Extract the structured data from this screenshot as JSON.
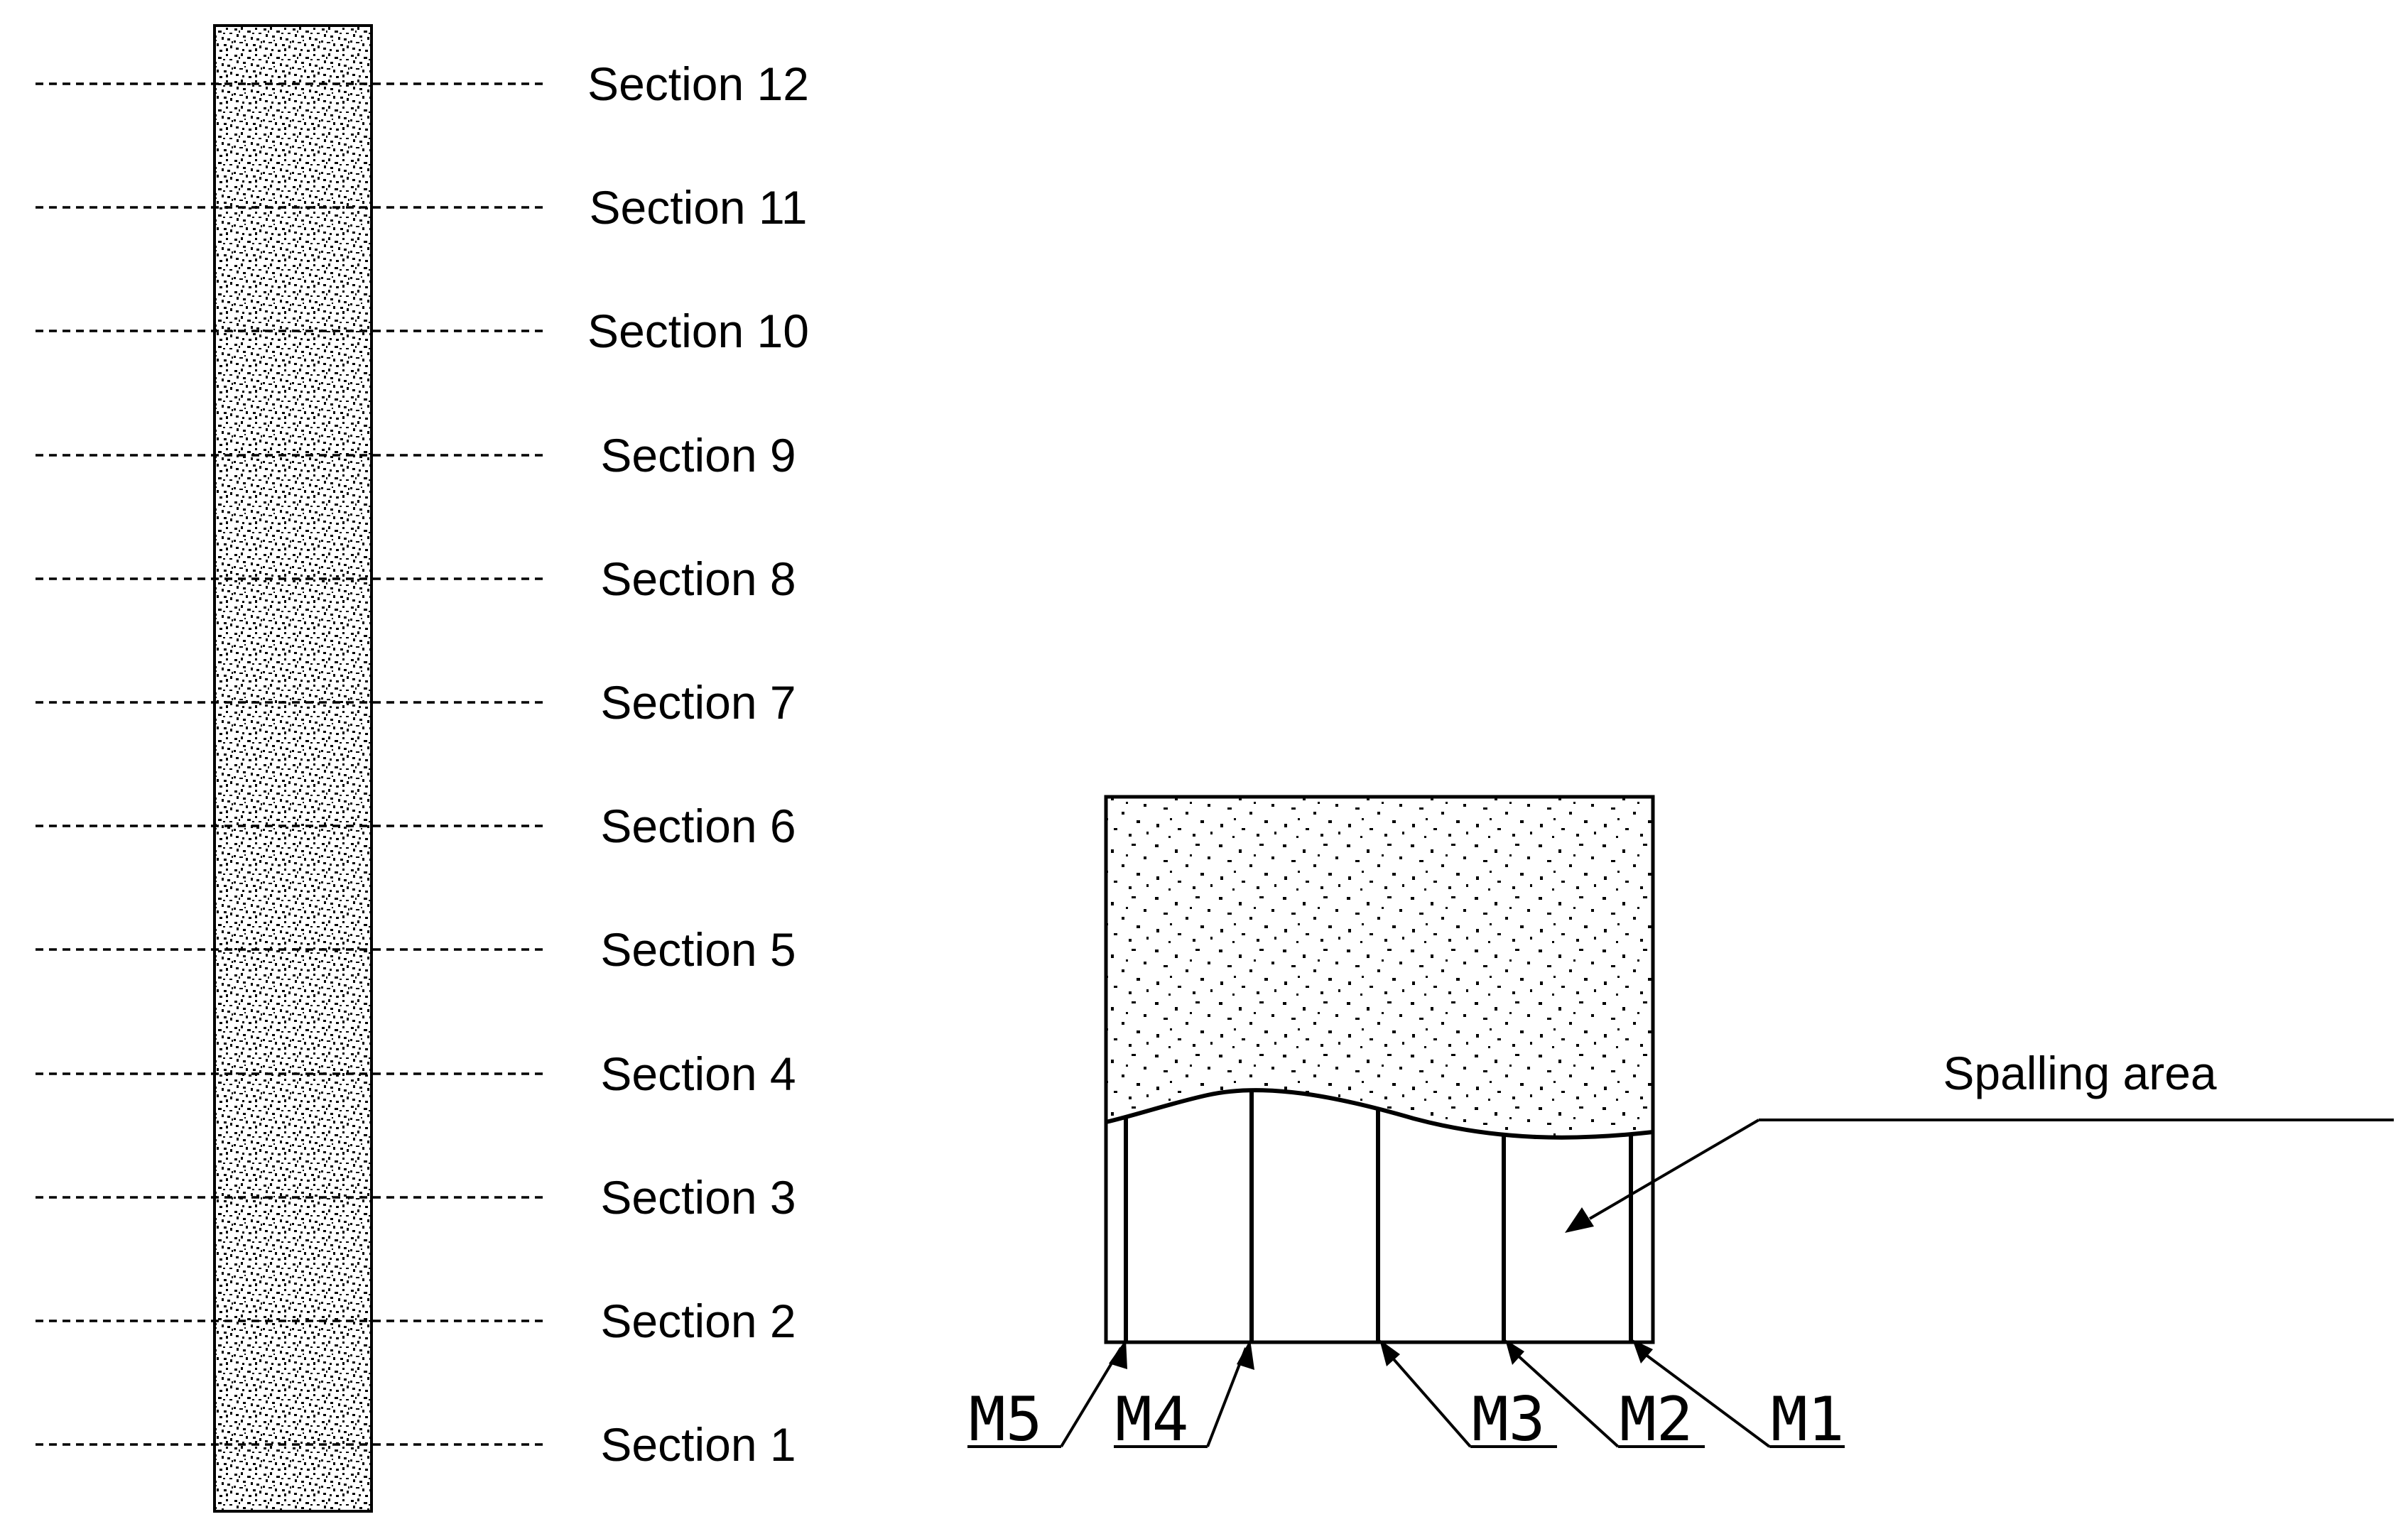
{
  "sections": [
    "Section 12",
    "Section 11",
    "Section 10",
    "Section 9",
    "Section 8",
    "Section 7",
    "Section 6",
    "Section 5",
    "Section 4",
    "Section 3",
    "Section 2",
    "Section 1"
  ],
  "spalling_label": "Spalling area",
  "measurement_points": [
    "M1",
    "M2",
    "M3",
    "M4",
    "M5"
  ],
  "colors": {
    "ink": "#000000",
    "background": "#ffffff"
  }
}
